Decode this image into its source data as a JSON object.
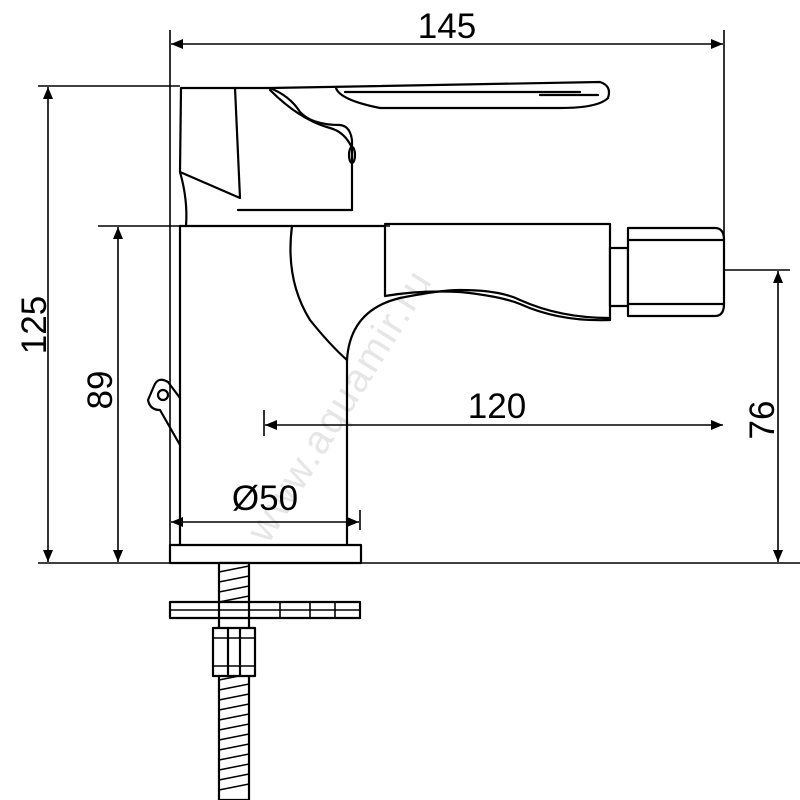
{
  "dimensions": {
    "overall_width": "145",
    "overall_height": "125",
    "spout_height": "89",
    "spout_reach": "120",
    "side_height": "76",
    "base_diameter": "Ø50"
  },
  "watermark": "www.aquamir.ru",
  "colors": {
    "line": "#000000",
    "background": "#ffffff",
    "watermark": "#c8c8c8"
  }
}
